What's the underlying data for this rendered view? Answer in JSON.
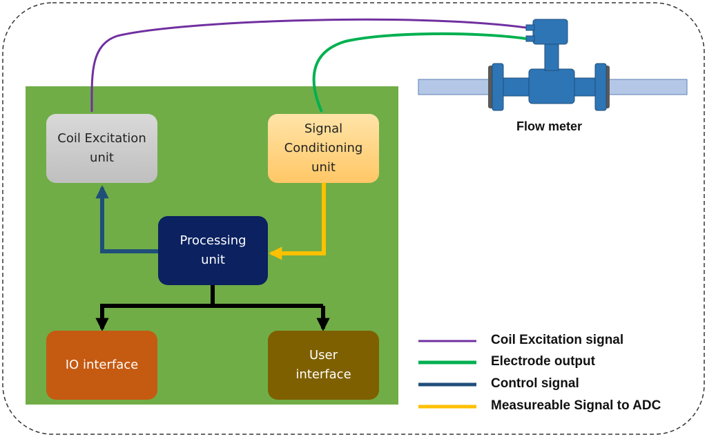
{
  "colors": {
    "panel": "#70ad47",
    "coil_signal": "#7030a0",
    "electrode": "#00b050",
    "control": "#1f4e79",
    "adc": "#ffc000",
    "bus": "#000000",
    "pipe": "#b4c7e7",
    "meter": "#2e75b6"
  },
  "blocks": {
    "coil": {
      "label": "Coil Excitation\nunit",
      "color": "#c9c9c9",
      "text_color": "#222222"
    },
    "signal": {
      "label": "Signal\nConditioning\nunit",
      "color": "#ffd480",
      "text_color": "#222222"
    },
    "processing": {
      "label": "Processing\nunit",
      "color": "#0b2160",
      "text_color": "#ffffff"
    },
    "io": {
      "label": "IO interface",
      "color": "#c55a11",
      "text_color": "#ffffff"
    },
    "user": {
      "label": "User\ninterface",
      "color": "#7f6000",
      "text_color": "#ffffff"
    }
  },
  "flow_meter_label": "Flow meter",
  "legend": [
    {
      "label": "Coil Excitation signal",
      "color": "#7030a0"
    },
    {
      "label": "Electrode output",
      "color": "#00b050"
    },
    {
      "label": "Control signal",
      "color": "#1f4e79"
    },
    {
      "label": "Measureable Signal to ADC",
      "color": "#ffc000"
    }
  ]
}
